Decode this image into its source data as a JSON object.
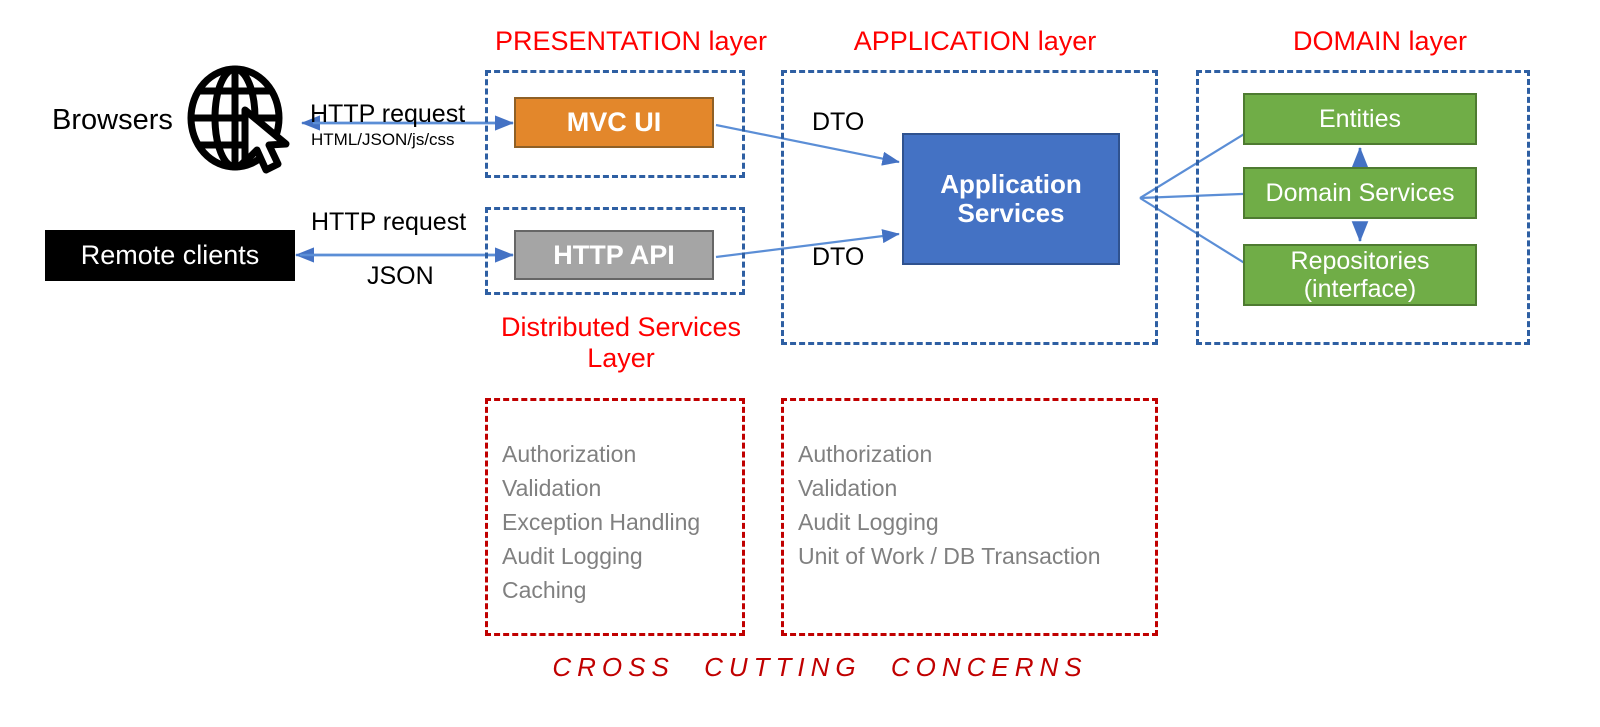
{
  "diagram": {
    "title": "Layered application architecture",
    "colors": {
      "layer_label": "#FF0000",
      "layer_border": "#2E5FA3",
      "crosscutting_border": "#C00000",
      "crosscutting_text": "#C00000",
      "presentation_mvc": "#E3872B",
      "presentation_api": "#A5A5A5",
      "application": "#4472C4",
      "domain": "#70AD47",
      "external_client": "#000000",
      "arrow": "#4472C4",
      "concern_text": "#808080"
    }
  },
  "layers": {
    "presentation": {
      "label": "PRESENTATION layer"
    },
    "application": {
      "label": "APPLICATION layer"
    },
    "domain": {
      "label": "DOMAIN layer"
    },
    "distributed_services": {
      "label_line1": "Distributed Services",
      "label_line2": "Layer"
    }
  },
  "clients": {
    "browsers": {
      "label": "Browsers",
      "icon": "globe-cursor-icon"
    },
    "remote": {
      "label": "Remote clients"
    }
  },
  "presentation_nodes": [
    {
      "label": "MVC UI",
      "name": "mvc-ui-box"
    },
    {
      "label": "HTTP API",
      "name": "http-api-box"
    }
  ],
  "application_nodes": [
    {
      "line1": "Application",
      "line2": "Services",
      "name": "application-services-box"
    }
  ],
  "domain_nodes": [
    {
      "line1": "Entities",
      "line2": "",
      "name": "entities-box"
    },
    {
      "line1": "Domain Services",
      "line2": "",
      "name": "domain-services-box"
    },
    {
      "line1": "Repositories",
      "line2": "(interface)",
      "name": "repositories-box"
    }
  ],
  "edge_labels": {
    "browser_request": "HTTP request",
    "browser_response": "HTML/JSON/js/css",
    "remote_request": "HTTP request",
    "remote_response": "JSON",
    "dto_top": "DTO",
    "dto_bottom": "DTO"
  },
  "crosscutting": {
    "presentation_concerns": [
      "Authorization",
      "Validation",
      "Exception Handling",
      "Audit Logging",
      "Caching"
    ],
    "application_concerns": [
      "Authorization",
      "Validation",
      "Audit Logging",
      "Unit of Work / DB Transaction"
    ],
    "footer_word1": "CROSS",
    "footer_word2": "CUTTING",
    "footer_word3": "CONCERNS"
  }
}
